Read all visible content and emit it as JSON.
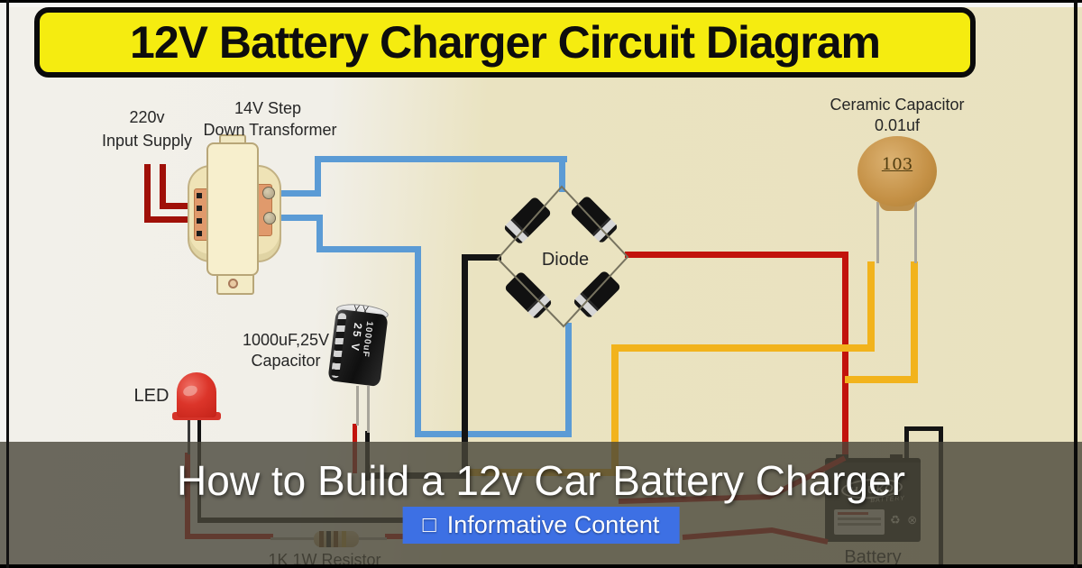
{
  "banner": {
    "title": "12V Battery Charger Circuit Diagram"
  },
  "diagram": {
    "input": {
      "label_line1": "220v",
      "label_line2": "Input Supply"
    },
    "transformer": {
      "label_line1": "14V Step",
      "label_line2": "Down Transformer"
    },
    "ceramic_capacitor": {
      "label_line1": "Ceramic Capacitor",
      "label_line2": "0.01uf",
      "code": "103"
    },
    "bridge": {
      "label": "Diode"
    },
    "electrolytic_capacitor": {
      "label_line1": "1000uF,25V",
      "label_line2": "Capacitor",
      "marking_voltage": "25 V",
      "marking_capacity": "1000uF"
    },
    "led": {
      "label": "LED"
    },
    "resistor": {
      "label": "1K 1W Resistor"
    },
    "battery": {
      "label": "Battery",
      "brand": "HAUKO",
      "brand_sub": "BATTERY",
      "recycle_icons": "♻ ⊗"
    }
  },
  "overlay": {
    "title": "How to Build a 12v Car Battery Charger",
    "badge_icon": "□",
    "badge_text": "Informative Content"
  },
  "colors": {
    "banner_yellow": "#f5ec10",
    "badge_blue": "#3d70e4",
    "wire_ac_red": "#a01008",
    "wire_dc_red": "#c2130c",
    "wire_blue": "#5b9bd5",
    "wire_yellow": "#f2b31c",
    "wire_black": "#141414",
    "background_cream": "#e9e2bf"
  }
}
